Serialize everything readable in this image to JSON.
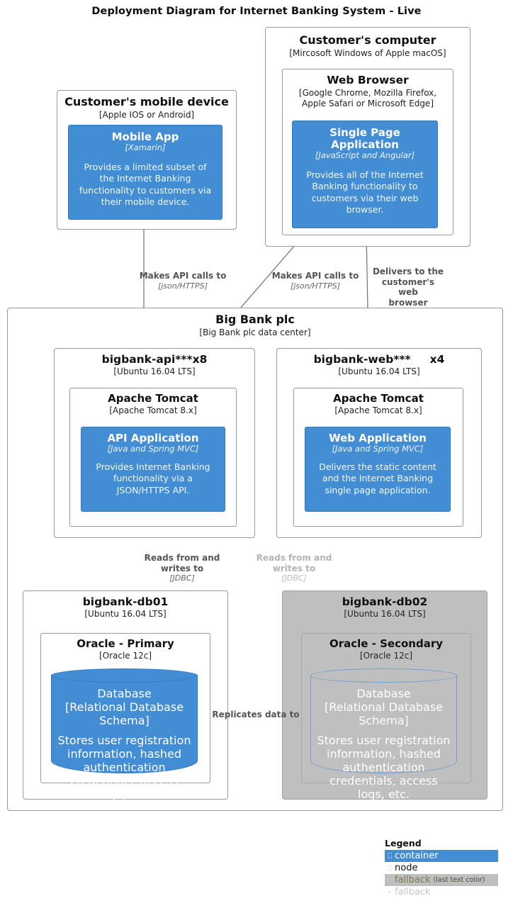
{
  "title": "Deployment Diagram for Internet Banking System - Live",
  "nodes": {
    "mobile_device": {
      "name": "Customer's mobile device",
      "tech": "[Apple IOS or Android]"
    },
    "customer_computer": {
      "name": "Customer's computer",
      "tech": "[Mircosoft Windows of Apple macOS]"
    },
    "web_browser": {
      "name": "Web Browser",
      "tech1": "[Google Chrome, Mozilla Firefox,",
      "tech2": "Apple Safari or Microsoft Edge]"
    },
    "big_bank": {
      "name": "Big Bank plc",
      "tech": "[Big Bank plc data center]"
    },
    "api_server": {
      "name": "bigbank-api***x8",
      "tech": "[Ubuntu 16.04 LTS]"
    },
    "web_server": {
      "name": "bigbank-web***     x4",
      "tech": "[Ubuntu 16.04 LTS]"
    },
    "tomcat_api": {
      "name": "Apache Tomcat",
      "tech": "[Apache Tomcat 8.x]"
    },
    "tomcat_web": {
      "name": "Apache Tomcat",
      "tech": "[Apache Tomcat 8.x]"
    },
    "db01": {
      "name": "bigbank-db01",
      "tech": "[Ubuntu 16.04 LTS]"
    },
    "db02": {
      "name": "bigbank-db02",
      "tech": "[Ubuntu 16.04 LTS]"
    },
    "oracle_primary": {
      "name": "Oracle - Primary",
      "tech": "[Oracle 12c]"
    },
    "oracle_secondary": {
      "name": "Oracle - Secondary",
      "tech": "[Oracle 12c]"
    }
  },
  "containers": {
    "mobile_app": {
      "name": "Mobile App",
      "tech": "[Xamarin]",
      "description": "Provides a limited subset of the Internet Banking functionality to customers via their mobile device."
    },
    "single_page_app": {
      "name1": "Single Page",
      "name2": "Application",
      "tech": "[JavaScript and Angular]",
      "description": "Provides all of the Internet Banking functionality to customers via their web browser."
    },
    "api_application": {
      "name": "API Application",
      "tech": "[Java and Spring MVC]",
      "description": "Provides Internet Banking functionality via a JSON/HTTPS API."
    },
    "web_application": {
      "name": "Web Application",
      "tech": "[Java and Spring MVC]",
      "description": "Delivers the static content and the Internet Banking single page application."
    },
    "database_primary": {
      "name": "Database",
      "tech": "[Relational Database Schema]",
      "description": "Stores user registration information, hashed authentication credentials, access logs, etc."
    },
    "database_secondary": {
      "name": "Database",
      "tech": "[Relational Database Schema]",
      "description": "Stores user registration information, hashed authentication credentials, access logs, etc."
    }
  },
  "relationships": {
    "mobile_to_api": {
      "label": "Makes API calls to",
      "tech": "[json/HTTPS]"
    },
    "spa_to_api": {
      "label": "Makes API calls to",
      "tech": "[json/HTTPS]"
    },
    "web_to_browser": {
      "label1": "Delivers to the",
      "label2": "customer's web",
      "label3": "browser"
    },
    "api_to_db01": {
      "label1": "Reads from and",
      "label2": "writes to",
      "tech": "[JDBC]"
    },
    "api_to_db02": {
      "label1": "Reads from and",
      "label2": "writes to",
      "tech": "[JDBC]"
    },
    "replication": {
      "label": "Replicates data to"
    }
  },
  "legend": {
    "title": "Legend",
    "rows": [
      {
        "glyph": "⎕",
        "text": "container",
        "note": ""
      },
      {
        "glyph": "⎕",
        "text": "node",
        "note": ""
      },
      {
        "glyph": "",
        "text": "fallback",
        "note": "(last text color)"
      },
      {
        "glyph": "–",
        "text": "fallback",
        "note": ""
      }
    ]
  },
  "colors": {
    "container_fill": "#438DD5",
    "node_border": "#9a9a9a",
    "grey_node_fill": "#bfbfbf",
    "edge_line": "#707070",
    "edge_blue": "#5b94d6",
    "faded_label": "#b4b4b4"
  }
}
